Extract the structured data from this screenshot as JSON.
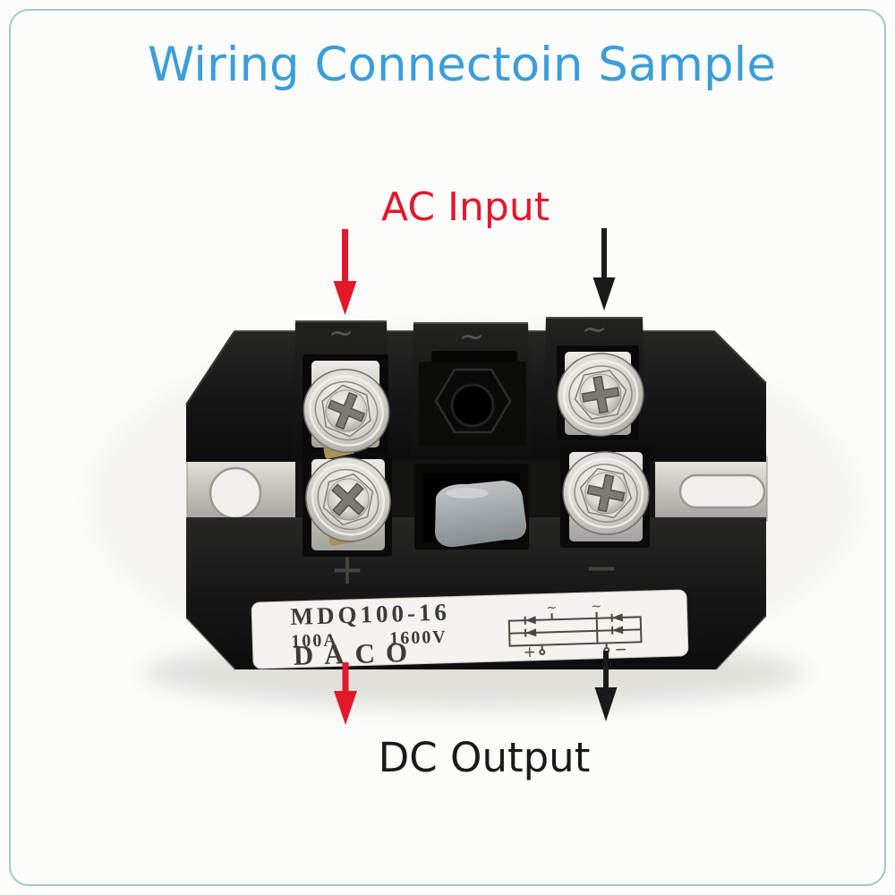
{
  "frame": {
    "border_color": "#a7c6ce",
    "background_color": "#fcfcfb"
  },
  "title": {
    "text": "Wiring Connectoin Sample",
    "color": "#3b9ed9"
  },
  "annotations": {
    "ac_input": {
      "label": "AC Input",
      "color": "#e2182b"
    },
    "dc_output": {
      "label": "DC Output",
      "color": "#1a1a1a"
    },
    "red_arrow_color": "#e2182b",
    "black_arrow_color": "#151515"
  },
  "module": {
    "terminal_marks": {
      "ac": "~",
      "plus": "+",
      "minus": "−"
    },
    "label": {
      "model": "MDQ100-16",
      "current_rating": "100A",
      "voltage_rating": "1600V",
      "brand": "DACO",
      "schematic_marks": {
        "ac1": "~",
        "ac2": "~",
        "plus": "+",
        "minus": "−"
      }
    }
  }
}
